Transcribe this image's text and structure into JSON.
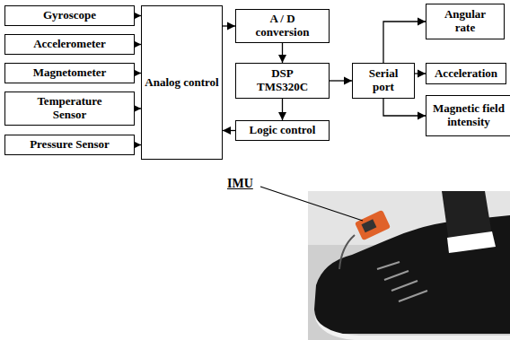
{
  "diagram": {
    "nodes": [
      {
        "text": [
          "Gyroscope"
        ]
      },
      {
        "text": [
          "Accelerometer"
        ]
      },
      {
        "text": [
          "Magnetometer"
        ]
      },
      {
        "text": [
          "Temperature Sensor"
        ]
      },
      {
        "text": [
          "Pressure Sensor"
        ]
      },
      {
        "text": [
          "Analog control"
        ]
      },
      {
        "text": [
          "A / D conversion"
        ]
      },
      {
        "text": [
          "DSP TMS320C"
        ]
      },
      {
        "text": [
          "Logic control"
        ]
      },
      {
        "text": [
          "Serial port"
        ]
      },
      {
        "text": [
          "Angular rate"
        ]
      },
      {
        "text": [
          "Acceleration"
        ]
      },
      {
        "text": [
          "Magnetic field intensity"
        ]
      }
    ],
    "edges": [
      {
        "from": 0,
        "to": 5,
        "arrow": "to"
      },
      {
        "from": 1,
        "to": 5,
        "arrow": "to"
      },
      {
        "from": 2,
        "to": 5,
        "arrow": "to"
      },
      {
        "from": 3,
        "to": 5,
        "arrow": "to"
      },
      {
        "from": 4,
        "to": 5,
        "arrow": "to"
      },
      {
        "from": 5,
        "to": 6,
        "arrow": "to"
      },
      {
        "from": 6,
        "to": 7,
        "arrow": "to"
      },
      {
        "from": 7,
        "to": 8,
        "arrow": "to"
      },
      {
        "from": 8,
        "to": 5,
        "arrow": "to"
      },
      {
        "from": 7,
        "to": 9,
        "arrow": "to"
      },
      {
        "from": 9,
        "to": 10,
        "arrow": "to"
      },
      {
        "from": 9,
        "to": 11,
        "arrow": "to"
      },
      {
        "from": 9,
        "to": 12,
        "arrow": "to"
      }
    ],
    "labels": [
      "IMU"
    ]
  }
}
